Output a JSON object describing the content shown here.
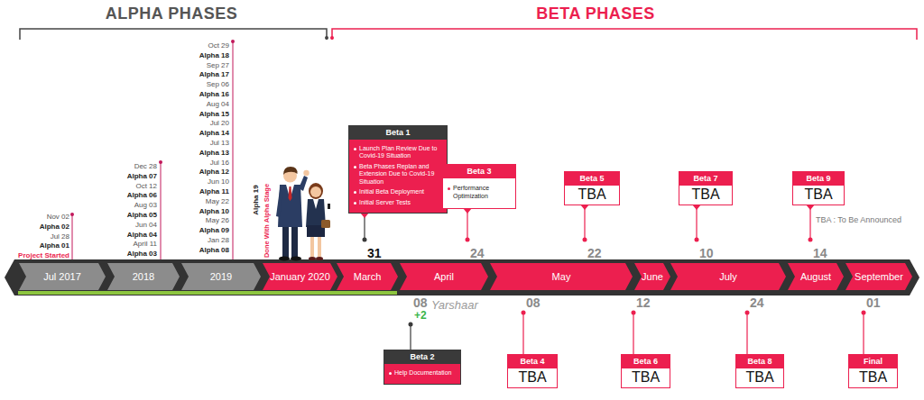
{
  "diagram": {
    "nodes": [
      {
        "text": [
          "Jul 2017"
        ]
      },
      {
        "text": [
          "2018"
        ]
      },
      {
        "text": [
          "2019"
        ]
      },
      {
        "text": [
          "January 2020"
        ]
      },
      {
        "text": [
          "March"
        ]
      },
      {
        "text": [
          "April"
        ]
      },
      {
        "text": [
          "May"
        ]
      },
      {
        "text": [
          "June"
        ]
      },
      {
        "text": [
          "July"
        ]
      },
      {
        "text": [
          "August"
        ]
      },
      {
        "text": [
          "September"
        ]
      },
      {
        "text": [
          "Beta 1",
          "Launch Plan Review Due to Covid-19 Situation",
          "Beta Phases Replan and Extension Due to Covid-19 Situation",
          "Initial Beta Deployment",
          "Initial Server Tests"
        ]
      },
      {
        "text": [
          "Beta 2",
          "Help Documentation"
        ]
      },
      {
        "text": [
          "Beta 3",
          "Performance Optimization"
        ]
      },
      {
        "text": [
          "Beta 4",
          "TBA"
        ]
      },
      {
        "text": [
          "Beta 5",
          "TBA"
        ]
      },
      {
        "text": [
          "Beta 6",
          "TBA"
        ]
      },
      {
        "text": [
          "Beta 7",
          "TBA"
        ]
      },
      {
        "text": [
          "Beta 8",
          "TBA"
        ]
      },
      {
        "text": [
          "Beta 9",
          "TBA"
        ]
      },
      {
        "text": [
          "Final",
          "TBA"
        ]
      }
    ],
    "labels": [
      "ALPHA PHASES",
      "BETA PHASES",
      "Nov 02",
      "Alpha 02",
      "Jul 28",
      "Alpha 01",
      "Project Started",
      "Dec 28",
      "Alpha 07",
      "Oct 12",
      "Alpha 06",
      "Aug 03",
      "Alpha 05",
      "Jun 04",
      "Alpha 04",
      "April 11",
      "Alpha 03",
      "Oct 29",
      "Alpha 18",
      "Sep 27",
      "Alpha 17",
      "Sep 06",
      "Alpha 16",
      "Aug 04",
      "Alpha 15",
      "Jul 20",
      "Alpha 14",
      "Jul 13",
      "Alpha 13",
      "Jul 16",
      "Alpha 12",
      "Jun 10",
      "Alpha 11",
      "May 22",
      "Alpha 10",
      "May 26",
      "Alpha 09",
      "Jan 28",
      "Alpha 08",
      "Alpha 19",
      "Done With Alpha Stage",
      "31",
      "24",
      "22",
      "10",
      "14",
      "TBA : To Be Announced",
      "08",
      "+2",
      "08",
      "12",
      "24",
      "01",
      "Yarshaar"
    ]
  }
}
